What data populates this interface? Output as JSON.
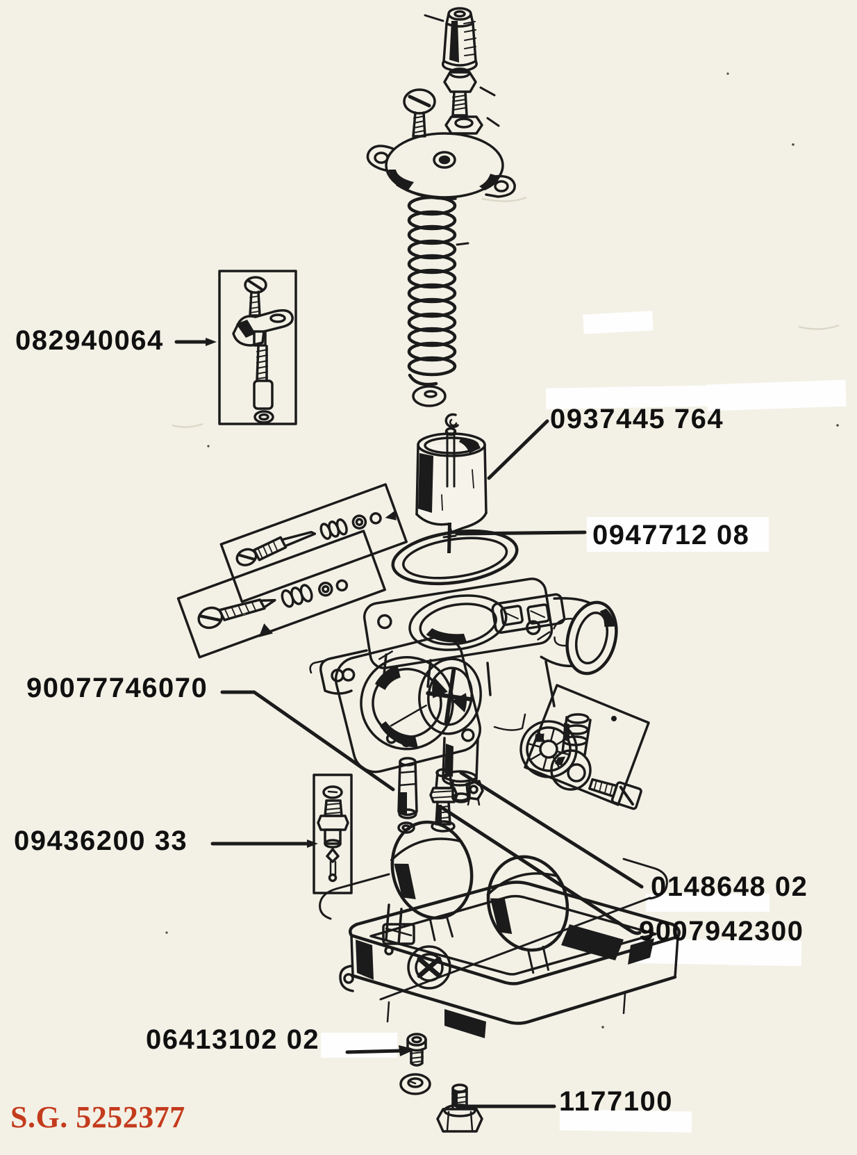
{
  "page": {
    "background_color": "#f3f1e6",
    "ink_color": "#1b1b1b",
    "code_color": "#c43b1d"
  },
  "labels": [
    {
      "text": "082940064"
    },
    {
      "text": "0937445 764"
    },
    {
      "text": "0947712 08"
    },
    {
      "text": "90077746070"
    },
    {
      "text": "09436200 33"
    },
    {
      "text": "0148648 02"
    },
    {
      "text": "9007942300"
    },
    {
      "text": "06413102 02"
    },
    {
      "text": "1177100"
    }
  ],
  "footer": {
    "code": "S.G. 5252377"
  }
}
